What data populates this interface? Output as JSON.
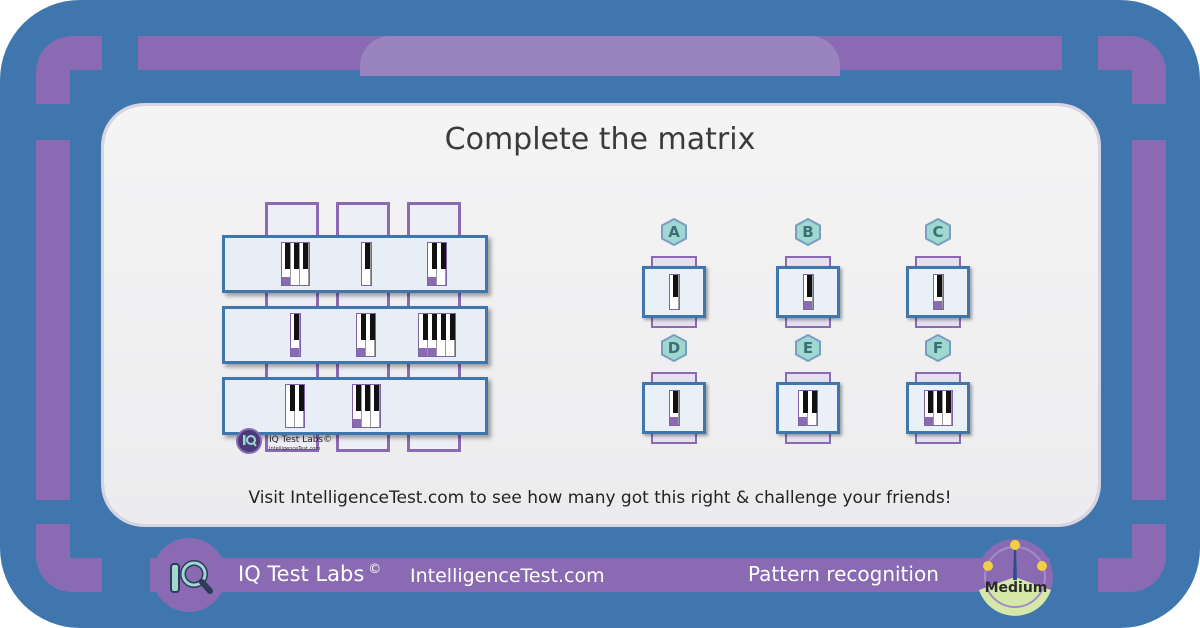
{
  "title": "Complete the matrix",
  "footer_note": "Visit IntelligenceTest.com to see how many got this right & challenge your friends!",
  "brand": {
    "name": "IQ Test Labs",
    "copyright": "©",
    "site": "IntelligenceTest.com",
    "small_logo_name": "IQ Test Labs©",
    "small_logo_site": "IntelligenceTest.com"
  },
  "category": "Pattern recognition",
  "difficulty": "Medium",
  "colors": {
    "frame_blue": "#3e76ad",
    "purple": "#8a6bb3",
    "panel": "#f0f0f2",
    "hex_teal": "#9fd8d0"
  },
  "matrix": {
    "rows": [
      [
        {
          "white_keys": 3,
          "black_keys": 3,
          "highlight": 1
        },
        {
          "white_keys": 1,
          "black_keys": 1,
          "highlight": 0
        },
        {
          "white_keys": 2,
          "black_keys": 2,
          "highlight": 1
        }
      ],
      [
        {
          "white_keys": 1,
          "black_keys": 1,
          "highlight": 1
        },
        {
          "white_keys": 2,
          "black_keys": 2,
          "highlight": 1
        },
        {
          "white_keys": 4,
          "black_keys": 4,
          "highlight": 2
        }
      ],
      [
        {
          "white_keys": 2,
          "black_keys": 2,
          "highlight": 0
        },
        {
          "white_keys": 3,
          "black_keys": 3,
          "highlight": 1
        },
        null
      ]
    ]
  },
  "answers": [
    {
      "letter": "A",
      "white_keys": 1,
      "black_keys": 1,
      "highlight": 0
    },
    {
      "letter": "B",
      "white_keys": 1,
      "black_keys": 1,
      "highlight": 1
    },
    {
      "letter": "C",
      "white_keys": 1,
      "black_keys": 1,
      "highlight": 1
    },
    {
      "letter": "D",
      "white_keys": 1,
      "black_keys": 1,
      "highlight": 1
    },
    {
      "letter": "E",
      "white_keys": 2,
      "black_keys": 2,
      "highlight": 1
    },
    {
      "letter": "F",
      "white_keys": 3,
      "black_keys": 3,
      "highlight": 1
    }
  ]
}
